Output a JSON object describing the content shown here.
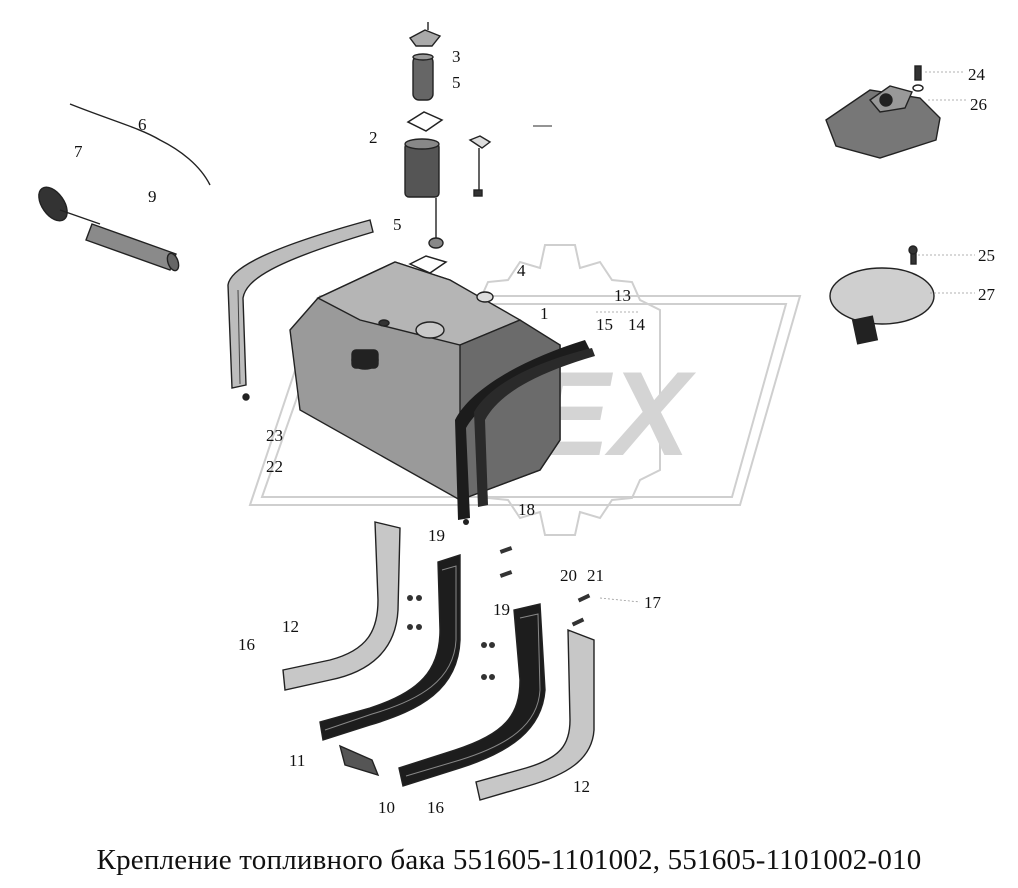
{
  "caption": "Крепление топливного бака 551605-1101002, 551605-1101002-010",
  "watermark": "ODEX",
  "callouts": [
    {
      "id": "c3",
      "text": "3"
    },
    {
      "id": "c5a",
      "text": "5"
    },
    {
      "id": "c6",
      "text": "6"
    },
    {
      "id": "c7",
      "text": "7"
    },
    {
      "id": "c9",
      "text": "9"
    },
    {
      "id": "c2",
      "text": "2"
    },
    {
      "id": "c5b",
      "text": "5"
    },
    {
      "id": "c4",
      "text": "4"
    },
    {
      "id": "c1",
      "text": "1"
    },
    {
      "id": "c13",
      "text": "13"
    },
    {
      "id": "c15",
      "text": "15"
    },
    {
      "id": "c14",
      "text": "14"
    },
    {
      "id": "c24",
      "text": "24"
    },
    {
      "id": "c26",
      "text": "26"
    },
    {
      "id": "c25",
      "text": "25"
    },
    {
      "id": "c27",
      "text": "27"
    },
    {
      "id": "c23",
      "text": "23"
    },
    {
      "id": "c22",
      "text": "22"
    },
    {
      "id": "c18",
      "text": "18"
    },
    {
      "id": "c19a",
      "text": "19"
    },
    {
      "id": "c20",
      "text": "20"
    },
    {
      "id": "c21",
      "text": "21"
    },
    {
      "id": "c19b",
      "text": "19"
    },
    {
      "id": "c17",
      "text": "17"
    },
    {
      "id": "c16a",
      "text": "16"
    },
    {
      "id": "c12a",
      "text": "12"
    },
    {
      "id": "c11",
      "text": "11"
    },
    {
      "id": "c10",
      "text": "10"
    },
    {
      "id": "c16b",
      "text": "16"
    },
    {
      "id": "c12b",
      "text": "12"
    }
  ]
}
